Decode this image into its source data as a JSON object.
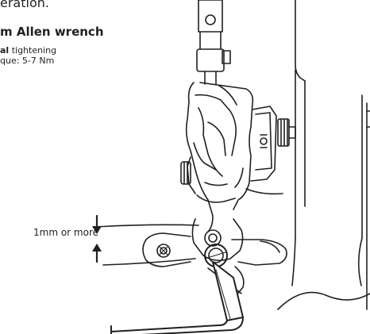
{
  "instructions": {
    "intro_tail": "eration.",
    "tool_title": "m Allen wrench",
    "tightening_emph": "al",
    "tightening_rest": " tightening",
    "torque": "que: 5-7 Nm"
  },
  "illustration": {
    "gap_label": "1mm or more",
    "stroke_color": "#231f20"
  }
}
